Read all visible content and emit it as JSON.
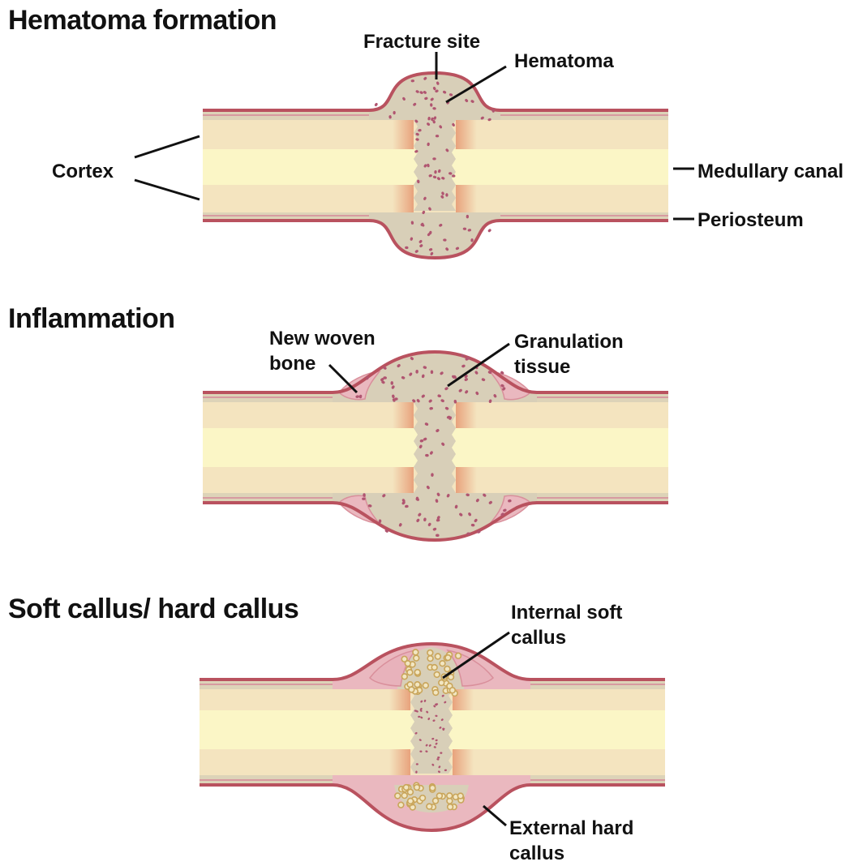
{
  "panels": {
    "hematoma": {
      "title": "Hematoma formation",
      "labels": {
        "fracture_site": "Fracture site",
        "hematoma": "Hematoma",
        "cortex": "Cortex",
        "medullary_canal": "Medullary canal",
        "periosteum": "Periosteum"
      }
    },
    "inflammation": {
      "title": "Inflammation",
      "labels": {
        "new_woven_bone_1": "New woven",
        "new_woven_bone_2": "bone",
        "granulation_1": "Granulation",
        "granulation_2": "tissue"
      }
    },
    "callus": {
      "title": "Soft callus/ hard callus",
      "labels": {
        "internal_soft_1": "Internal soft",
        "internal_soft_2": "callus",
        "external_hard_1": "External hard",
        "external_hard_2": "callus"
      }
    }
  },
  "colors": {
    "cortex": "#f4e4bf",
    "medullary": "#fbf6c6",
    "periosteum": "#b9525f",
    "hematoma_fill": "#d8cfb8",
    "hematoma_dot": "#b05570",
    "callus_pink": "#eab8bf",
    "fracture_edge": "#e8a27c",
    "callus_dot": "#c9a55a"
  }
}
